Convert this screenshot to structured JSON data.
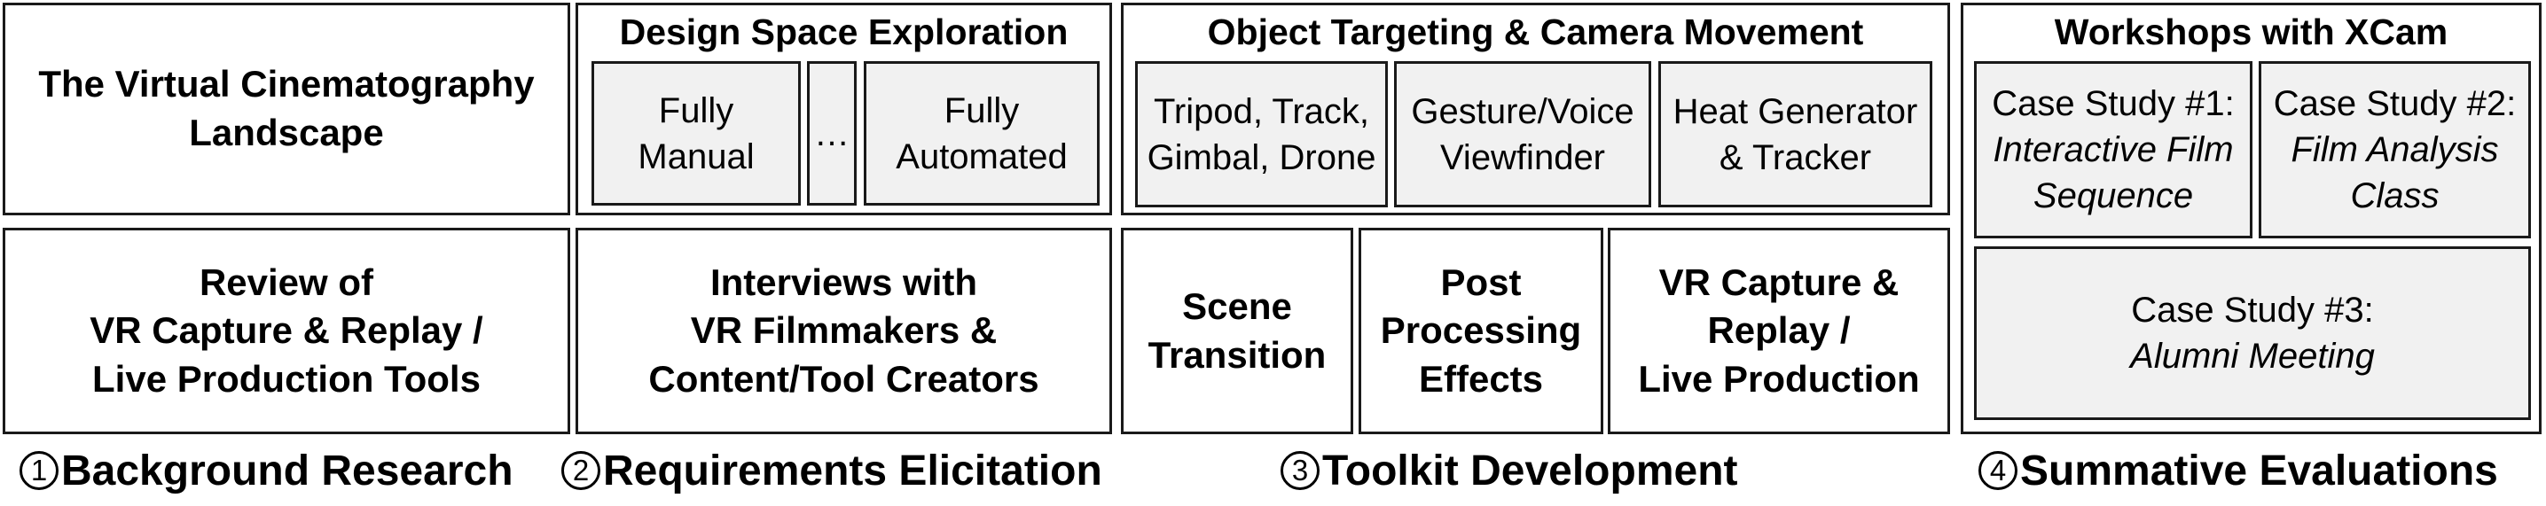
{
  "stage1": {
    "number": "1",
    "label": "Background Research",
    "box_top": "The Virtual Cinematography Landscape",
    "box_bottom": [
      "Review of",
      "VR Capture & Replay /",
      "Live Production Tools"
    ]
  },
  "stage2": {
    "number": "2",
    "label": "Requirements Elicitation",
    "design_space": {
      "title": "Design Space Exploration",
      "manual": [
        "Fully",
        "Manual"
      ],
      "ellipsis": "…",
      "automated": [
        "Fully",
        "Automated"
      ]
    },
    "interviews": [
      "Interviews with",
      "VR Filmmakers &",
      "Content/Tool Creators"
    ]
  },
  "stage3": {
    "number": "3",
    "label": "Toolkit Development",
    "object_targeting": {
      "title": "Object Targeting & Camera Movement",
      "items": [
        [
          "Tripod, Track,",
          "Gimbal, Drone"
        ],
        [
          "Gesture/Voice",
          "Viewfinder"
        ],
        [
          "Heat Generator",
          "& Tracker"
        ]
      ]
    },
    "scene_transition": [
      "Scene",
      "Transition"
    ],
    "post_processing": [
      "Post",
      "Processing",
      "Effects"
    ],
    "vr_capture": [
      "VR Capture &",
      "Replay /",
      "Live Production"
    ]
  },
  "stage4": {
    "number": "4",
    "label": "Summative Evaluations",
    "workshops": {
      "title": "Workshops with XCam",
      "case1": {
        "label": "Case Study #1:",
        "name": [
          "Interactive Film",
          "Sequence"
        ]
      },
      "case2": {
        "label": "Case Study #2:",
        "name": [
          "Film Analysis",
          "Class"
        ]
      },
      "case3": {
        "label": "Case Study #3:",
        "name": "Alumni Meeting"
      }
    }
  }
}
